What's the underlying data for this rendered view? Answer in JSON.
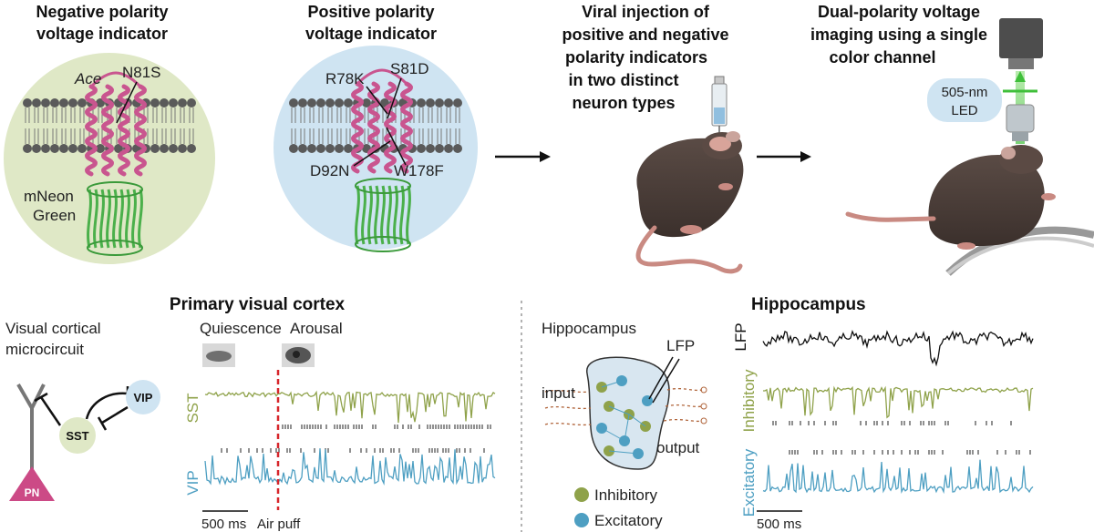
{
  "top": {
    "panel1": {
      "title_line1": "Negative polarity",
      "title_line2": "voltage indicator",
      "label_ace": "Ace",
      "label_mutation": "N81S",
      "label_fp_line1": "mNeon",
      "label_fp_line2": "Green"
    },
    "panel2": {
      "title_line1": "Positive polarity",
      "title_line2": "voltage indicator",
      "mutations": [
        "R78K",
        "S81D",
        "D92N",
        "W178F"
      ]
    },
    "panel3": {
      "title_lines": [
        "Viral injection of",
        "positive and negative",
        "polarity indicators",
        "in two distinct",
        "neuron types"
      ]
    },
    "panel4": {
      "title_lines": [
        "Dual-polarity voltage",
        "imaging using a single",
        "color channel"
      ],
      "led_line1": "505-nm",
      "led_line2": "LED"
    }
  },
  "bottom": {
    "cortex": {
      "heading": "Primary visual cortex",
      "circuit_label_line1": "Visual cortical",
      "circuit_label_line2": "microcircuit",
      "nodes": {
        "vip": "VIP",
        "sst": "SST",
        "pn": "PN"
      },
      "state_quiescence": "Quiescence",
      "state_arousal": "Arousal",
      "trace_sst": "SST",
      "trace_vip": "VIP",
      "scale_bar": "500 ms",
      "air_puff": "Air puff"
    },
    "hippocampus": {
      "heading": "Hippocampus",
      "diagram_title": "Hippocampus",
      "lfp_label": "LFP",
      "input_label": "input",
      "output_label": "output",
      "legend_inhibitory": "Inhibitory",
      "legend_excitatory": "Excitatory",
      "trace_lfp": "LFP",
      "trace_inhibitory": "Inhibitory",
      "trace_excitatory": "Excitatory",
      "scale_bar": "500 ms"
    }
  },
  "colors": {
    "green_circle": "#dfe8c6",
    "blue_circle": "#cfe4f2",
    "inhibitory": "#8fa24a",
    "excitatory": "#4e9fc2",
    "protein_pink": "#c9558f",
    "fp_green": "#4bb04b",
    "air_puff_line": "#d7262b",
    "pn_magenta": "#cc4a86",
    "mouse": "#4a3d38"
  }
}
